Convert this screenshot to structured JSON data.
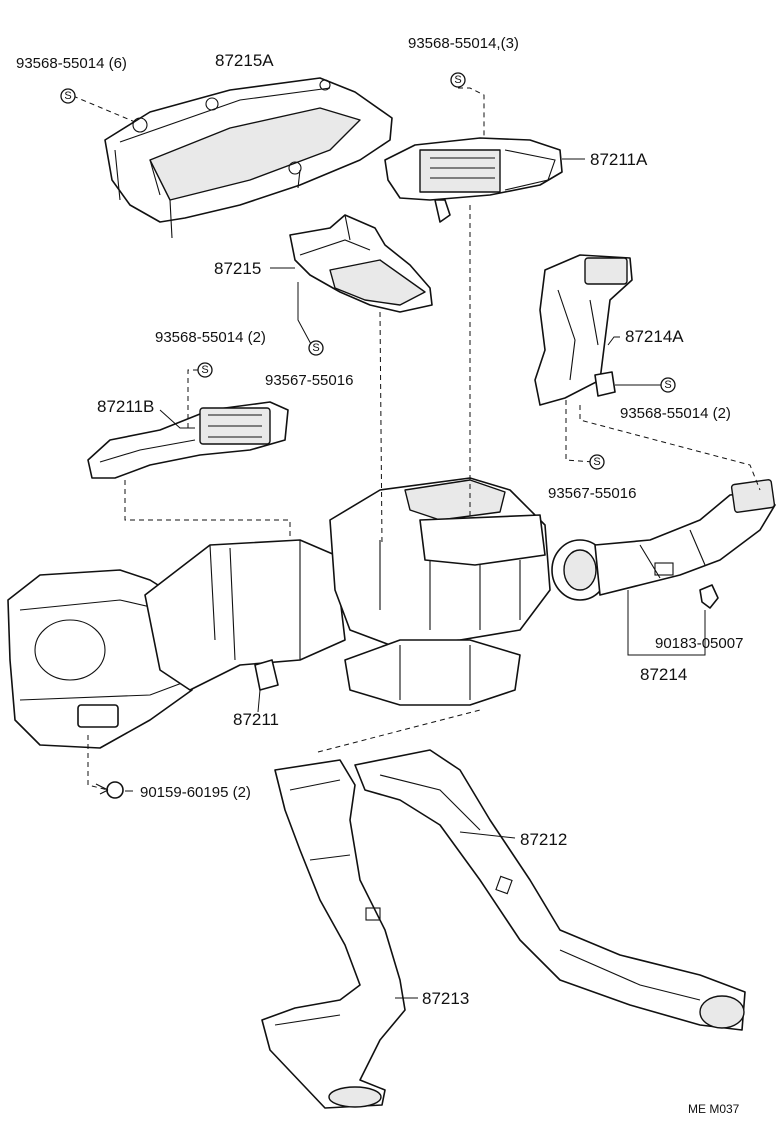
{
  "labels": {
    "l_93568_55014_6": "93568-55014 (6)",
    "l_87215A": "87215A",
    "l_93568_55014_3": "93568-55014,(3)",
    "l_87211A": "87211A",
    "l_87215": "87215",
    "l_93568_55014_2a": "93568-55014 (2)",
    "l_93567_55016_a": "93567-55016",
    "l_87211B": "87211B",
    "l_87214A": "87214A",
    "l_93568_55014_2b": "93568-55014 (2)",
    "l_93567_55016_b": "93567-55016",
    "l_90183_05007": "90183-05007",
    "l_87214": "87214",
    "l_87211": "87211",
    "l_90159_60195": "90159-60195 (2)",
    "l_87212": "87212",
    "l_87213": "87213",
    "l_code": "ME M037"
  },
  "screw_symbol": "S"
}
